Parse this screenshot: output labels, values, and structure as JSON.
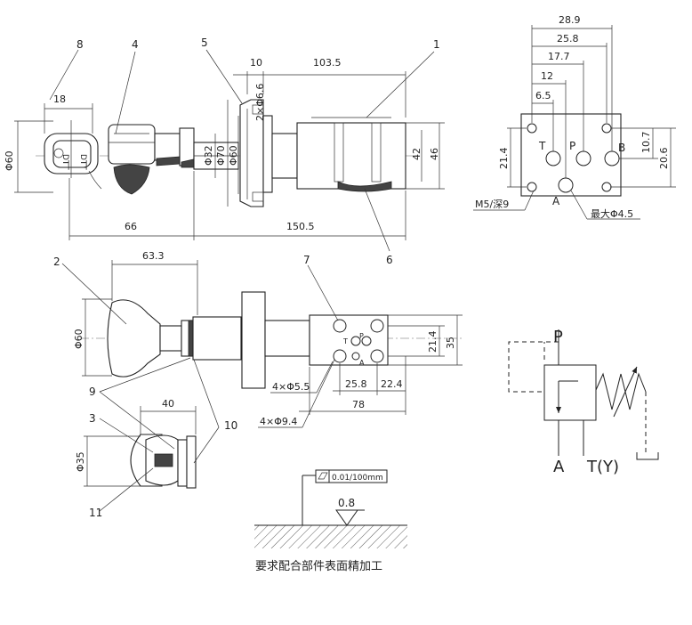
{
  "callouts": [
    "1",
    "2",
    "3",
    "4",
    "5",
    "6",
    "7",
    "8",
    "9",
    "10",
    "11"
  ],
  "top_view_dims": {
    "d10": "10",
    "d103_5": "103.5",
    "d18": "18",
    "d2xphi6_6": "2×Φ6.6",
    "dphi60_left": "Φ60",
    "dphi32": "Φ32",
    "dphi70": "Φ70",
    "dphi60_flange": "Φ60",
    "d42": "42",
    "d46": "46",
    "d66": "66",
    "d150_5": "150.5"
  },
  "side_view_dims": {
    "d63_3": "63.3",
    "dphi60": "Φ60",
    "d21_4": "21.4",
    "d35": "35",
    "d4xphi5_5": "4×Φ5.5",
    "d4xphi9_4": "4×Φ9.4",
    "d25_8": "25.8",
    "d22_4": "22.4",
    "d78": "78",
    "port_t": "T",
    "port_p": "P",
    "port_a": "A"
  },
  "knob_view_dims": {
    "d40": "40",
    "dphi35": "Φ35"
  },
  "port_face": {
    "d28_9": "28.9",
    "d25_8": "25.8",
    "d17_7": "17.7",
    "d12": "12",
    "d6_5": "6.5",
    "d21_4": "21.4",
    "d10_7": "10.7",
    "d20_6": "20.6",
    "port_t": "T",
    "port_p": "P",
    "port_b": "B",
    "port_a": "A",
    "thread_label": "M5/深9",
    "max_label": "最大Φ4.5"
  },
  "symbol": {
    "port_p": "P",
    "port_a": "A",
    "port_t": "T(Y)"
  },
  "surface": {
    "flatness": "0.01/100mm",
    "roughness": "0.8",
    "note": "要求配合部件表面精加工"
  }
}
